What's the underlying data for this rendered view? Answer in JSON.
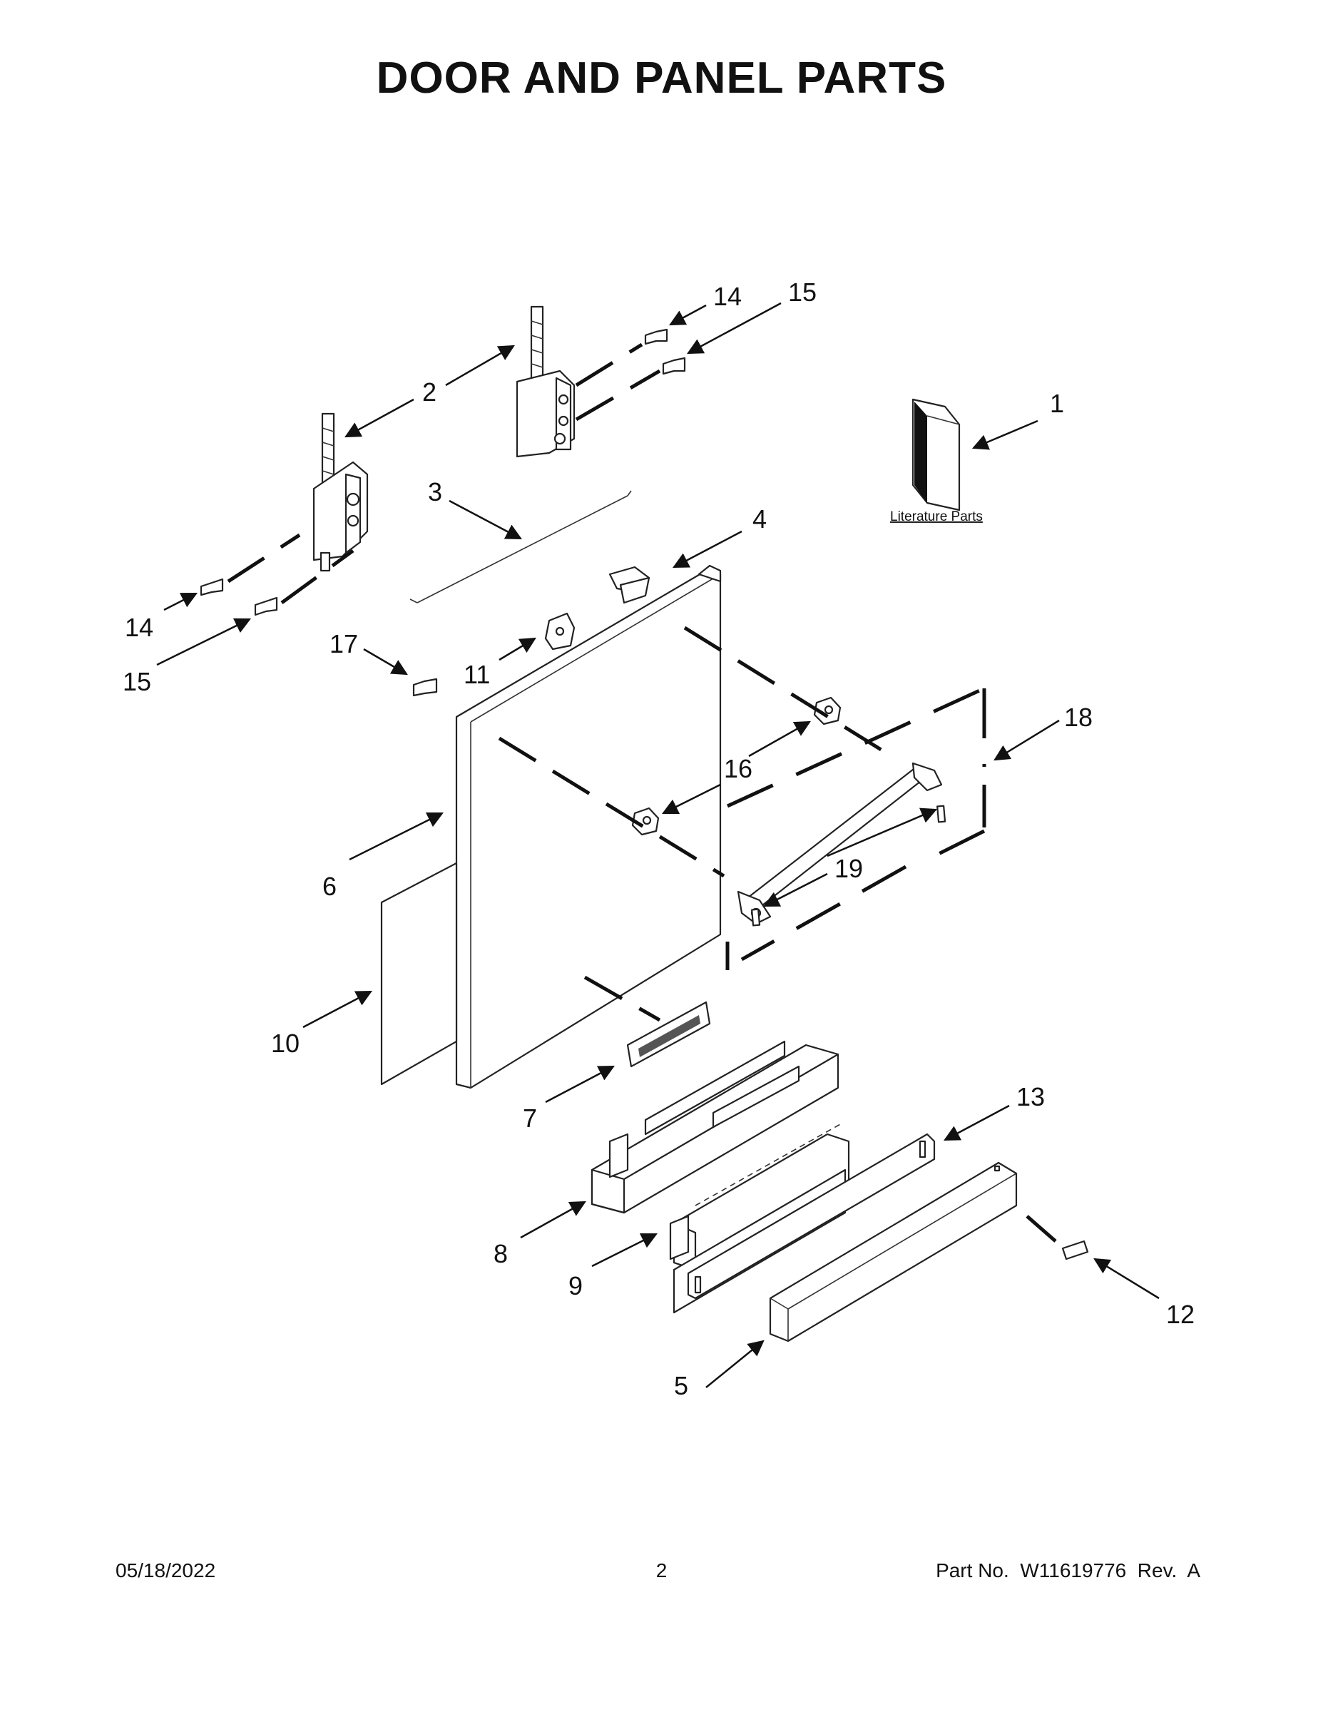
{
  "title": "DOOR AND PANEL PARTS",
  "literature_label": "Literature Parts",
  "callouts": {
    "c1": "1",
    "c2": "2",
    "c3": "3",
    "c4": "4",
    "c5": "5",
    "c6": "6",
    "c7": "7",
    "c8": "8",
    "c9": "9",
    "c10": "10",
    "c11": "11",
    "c12": "12",
    "c13": "13",
    "c14a": "14",
    "c14b": "14",
    "c15a": "15",
    "c15b": "15",
    "c16": "16",
    "c17": "17",
    "c18": "18",
    "c19": "19"
  },
  "footer": {
    "date": "05/18/2022",
    "page": "2",
    "part_no": "Part No.  W11619776  Rev.  A"
  }
}
